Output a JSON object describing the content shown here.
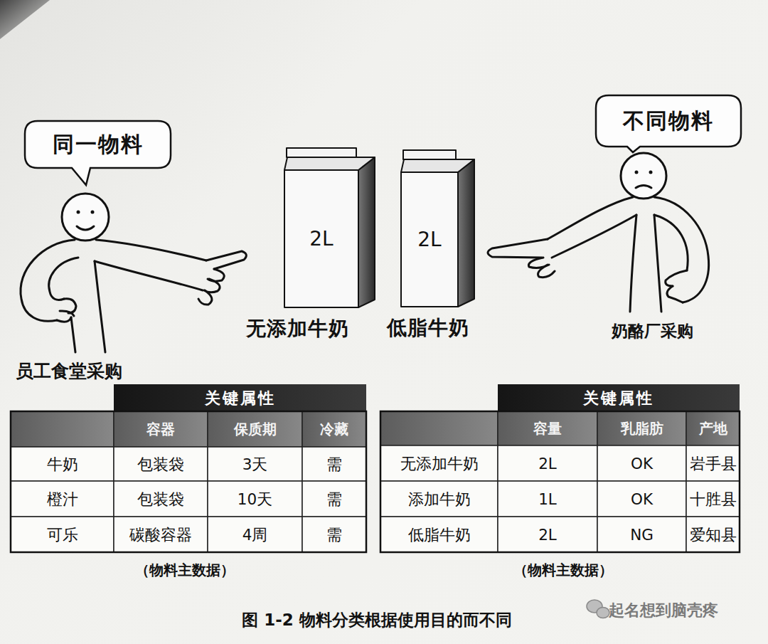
{
  "diagram": {
    "caption": "图 1-2  物料分类根据使用目的而不同",
    "nodes": [
      {
        "text": [
          "同一物料"
        ]
      },
      {
        "text": [
          "2L",
          "无添加牛奶"
        ]
      },
      {
        "text": [
          "2L",
          "低脂牛奶"
        ]
      },
      {
        "text": [
          "不同物料"
        ]
      }
    ],
    "labels": [
      "员工食堂采购",
      "奶酪厂采购",
      "关键属性",
      "容器",
      "保质期",
      "冷藏",
      "牛奶",
      "包装袋",
      "3天",
      "需",
      "橙汁",
      "包装袋",
      "10天",
      "需",
      "可乐",
      "碳酸容器",
      "4周",
      "需",
      "（物料主数据）",
      "关键属性",
      "容量",
      "乳脂肪",
      "产地",
      "无添加牛奶",
      "2L",
      "OK",
      "岩手县",
      "添加牛奶",
      "1L",
      "OK",
      "十胜县",
      "低脂牛奶",
      "2L",
      "NG",
      "爱知县",
      "（物料主数据）",
      "起名想到脑壳疼"
    ]
  }
}
